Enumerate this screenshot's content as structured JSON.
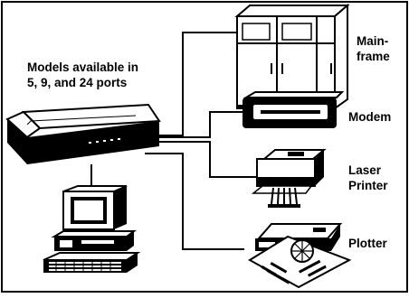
{
  "diagram": {
    "caption_lines": [
      "Models available in",
      "5, 9, and 24 ports"
    ],
    "devices": {
      "mainframe": {
        "label_lines": [
          "Main-",
          "frame"
        ],
        "icon": "mainframe-icon"
      },
      "modem": {
        "label_lines": [
          "Modem"
        ],
        "icon": "modem-icon"
      },
      "laser_printer": {
        "label_lines": [
          "Laser",
          "Printer"
        ],
        "icon": "laser-printer-icon"
      },
      "plotter": {
        "label_lines": [
          "Plotter"
        ],
        "icon": "plotter-icon"
      },
      "terminal": {
        "icon": "computer-terminal-icon"
      },
      "hub": {
        "icon": "port-switch-box-icon"
      }
    },
    "colors": {
      "ink": "#000000",
      "paper": "#ffffff"
    }
  }
}
